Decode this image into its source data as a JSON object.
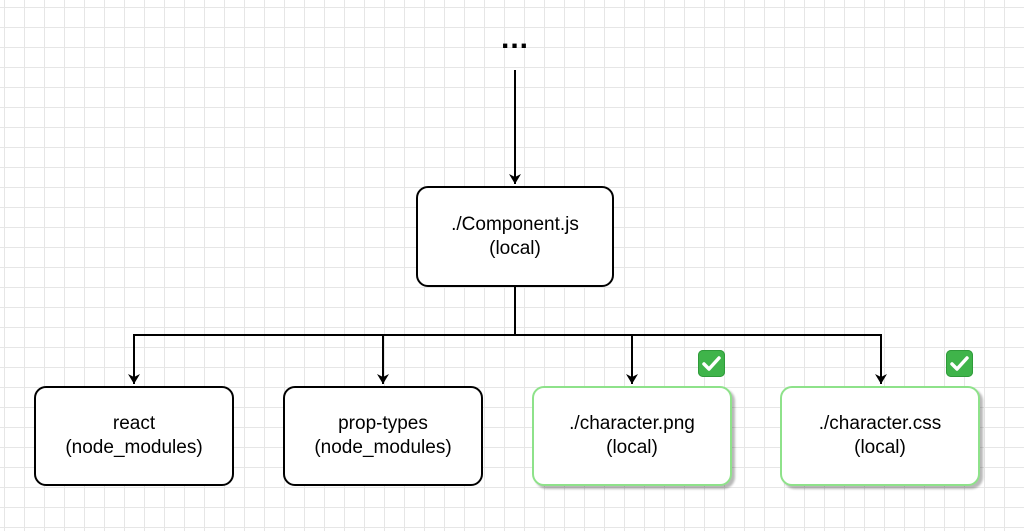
{
  "diagram": {
    "ellipsis": "...",
    "nodes": [
      {
        "id": "component",
        "line1": "./Component.js",
        "line2": "(local)",
        "status": ""
      },
      {
        "id": "react",
        "line1": "react",
        "line2": "(node_modules)",
        "status": ""
      },
      {
        "id": "prop-types",
        "line1": "prop-types",
        "line2": "(node_modules)",
        "status": ""
      },
      {
        "id": "character-png",
        "line1": "./character.png",
        "line2": "(local)",
        "status": "check"
      },
      {
        "id": "character-css",
        "line1": "./character.css",
        "line2": "(local)",
        "status": "check"
      }
    ],
    "edges": [
      {
        "from": "ellipsis",
        "to": "component"
      },
      {
        "from": "component",
        "to": "react"
      },
      {
        "from": "component",
        "to": "prop-types"
      },
      {
        "from": "component",
        "to": "character-png"
      },
      {
        "from": "component",
        "to": "character-css"
      }
    ],
    "colors": {
      "stroke": "#000000",
      "ok_border": "#8ee28a",
      "check_badge": "#3fb44a",
      "grid": "#e6e6e6"
    },
    "icons": {
      "check": "check-mark-icon"
    }
  }
}
